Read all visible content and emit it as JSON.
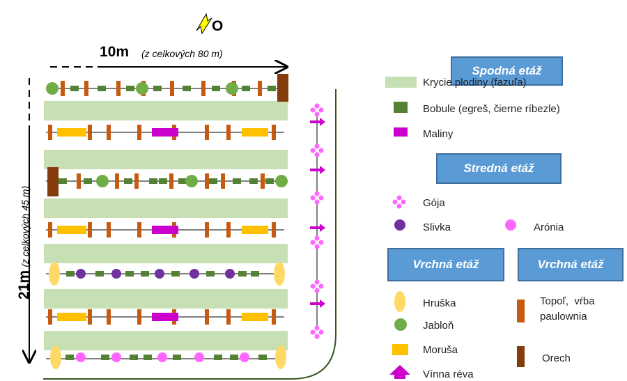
{
  "compass": {
    "label": "O"
  },
  "dimensions": {
    "width": {
      "value": "10m",
      "note": "(z celkových 80 m)"
    },
    "height": {
      "value": "21m",
      "note": "(z celkových 45 m)"
    }
  },
  "legend": {
    "headers": {
      "lower": "Spodná etáž",
      "middle": "Stredná etáž",
      "upper_left": "Vrchná etáž",
      "upper_right": "Vrchná etáž"
    },
    "items": {
      "cover_crops": "Krycie plodiny  (fazuľa)",
      "berries": "Bobule  (egreš, čierne ríbezle)",
      "raspberries": "Maliny",
      "goji": "Gója",
      "plum": "Slivka",
      "aronia": "Arónia",
      "pear": "Hruška",
      "apple": "Jabloň",
      "mulberry": "Moruša",
      "grapevine": "Vínna réva",
      "poplar": "Topoľ,  vŕba\npaulownia",
      "walnut": "Orech"
    }
  },
  "colors": {
    "cover_crop": "#c6e0b4",
    "berry": "#548235",
    "raspberry": "#cc00cc",
    "goji": "#ff66ff",
    "plum": "#7030a0",
    "aronia": "#ff66ff",
    "pear": "#ffd966",
    "apple": "#70ad47",
    "mulberry": "#ffc000",
    "grapevine": "#cc00cc",
    "poplar": "#c55a11",
    "walnut": "#843c0c",
    "header": "#5b9bd5"
  }
}
